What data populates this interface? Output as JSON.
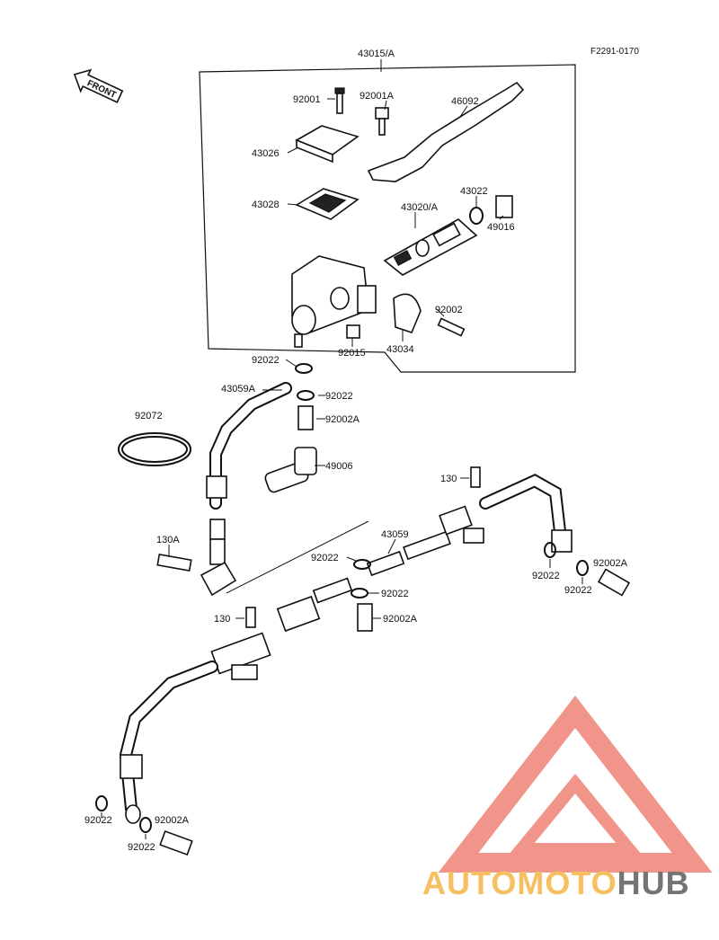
{
  "diagram": {
    "code": "F2291-0170",
    "front_label": "FRONT",
    "assembly_label": "43015/A",
    "labels": [
      {
        "id": "l-92001",
        "text": "92001"
      },
      {
        "id": "l-92001a",
        "text": "92001A"
      },
      {
        "id": "l-46092",
        "text": "46092"
      },
      {
        "id": "l-43026",
        "text": "43026"
      },
      {
        "id": "l-43028",
        "text": "43028"
      },
      {
        "id": "l-43022",
        "text": "43022"
      },
      {
        "id": "l-43020a",
        "text": "43020/A"
      },
      {
        "id": "l-49016",
        "text": "49016"
      },
      {
        "id": "l-92002",
        "text": "92002"
      },
      {
        "id": "l-92015",
        "text": "92015"
      },
      {
        "id": "l-43034",
        "text": "43034"
      },
      {
        "id": "l-92022-top",
        "text": "92022"
      },
      {
        "id": "l-43059a",
        "text": "43059A"
      },
      {
        "id": "l-92022-b",
        "text": "92022"
      },
      {
        "id": "l-92002a-a",
        "text": "92002A"
      },
      {
        "id": "l-92072",
        "text": "92072"
      },
      {
        "id": "l-49006",
        "text": "49006"
      },
      {
        "id": "l-130-a",
        "text": "130"
      },
      {
        "id": "l-130a",
        "text": "130A"
      },
      {
        "id": "l-92022-c",
        "text": "92022"
      },
      {
        "id": "l-43059",
        "text": "43059"
      },
      {
        "id": "l-92022-d",
        "text": "92022"
      },
      {
        "id": "l-92022-e",
        "text": "92022"
      },
      {
        "id": "l-92002a-b",
        "text": "92002A"
      },
      {
        "id": "l-92022-f",
        "text": "92022"
      },
      {
        "id": "l-130-b",
        "text": "130"
      },
      {
        "id": "l-92002a-c",
        "text": "92002A"
      },
      {
        "id": "l-92022-g",
        "text": "92022"
      },
      {
        "id": "l-92002a-d",
        "text": "92002A"
      },
      {
        "id": "l-92022-h",
        "text": "92022"
      }
    ]
  },
  "watermark": {
    "text_part1": "AUTOMOTO",
    "text_part2": "HUB",
    "color_primary": "#f08a7e",
    "color_secondary": "#f6b94e",
    "color_dark": "#666666"
  }
}
